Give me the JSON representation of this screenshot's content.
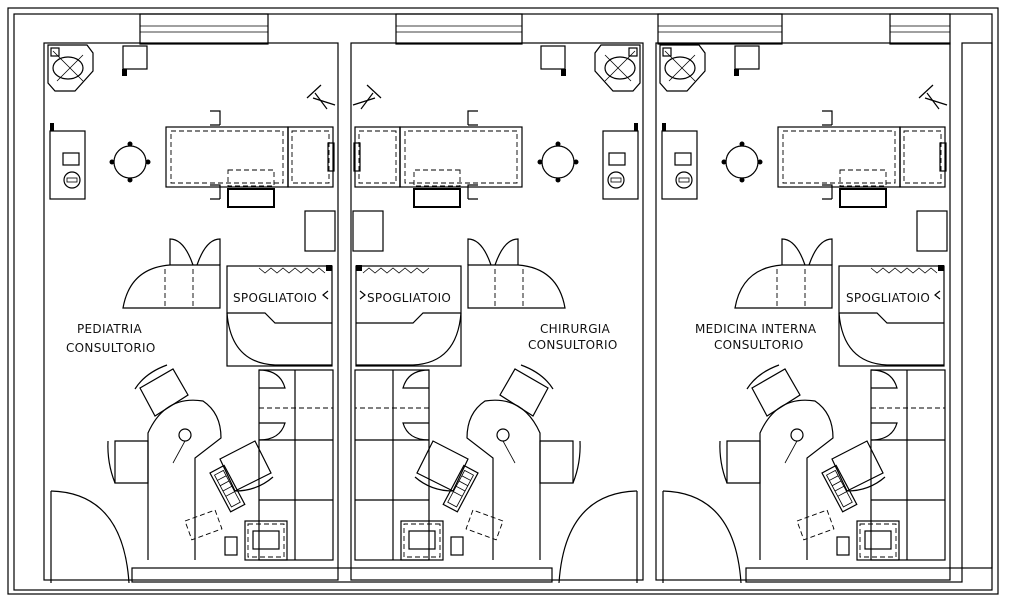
{
  "rooms": [
    {
      "dept": "PEDIATRIA",
      "type": "CONSULTORIO",
      "changing": "SPOGLIATOIO"
    },
    {
      "dept": "CHIRURGIA",
      "type": "CONSULTORIO",
      "changing": "SPOGLIATOIO"
    },
    {
      "dept": "MEDICINA  INTERNA",
      "type": "CONSULTORIO",
      "changing": "SPOGLIATOIO"
    }
  ]
}
